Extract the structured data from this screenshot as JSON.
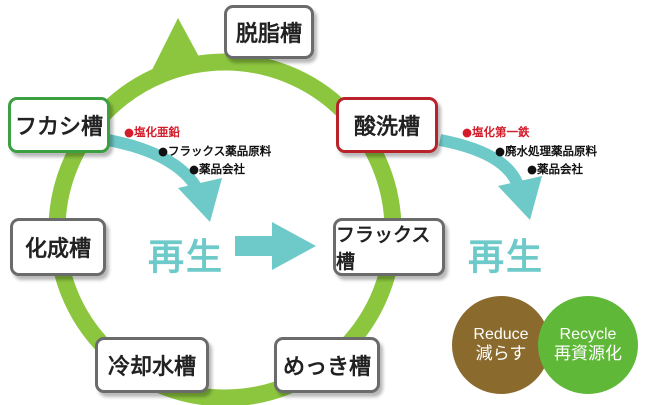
{
  "tanks": {
    "degreasing": "脱脂槽",
    "pickling": "酸洗槽",
    "flux": "フラックス槽",
    "plating": "めっき槽",
    "cooling": "冷却水槽",
    "chemical": "化成槽",
    "hydrofluoric": "フカシ槽"
  },
  "left_recycle": {
    "product": "●塩化亜鉛",
    "uses": [
      "●フラックス薬品原料",
      "●薬品会社"
    ],
    "label": "再生"
  },
  "right_recycle": {
    "product": "●塩化第一鉄",
    "uses": [
      "●廃水処理薬品原料",
      "●薬品会社"
    ],
    "label": "再生"
  },
  "badges": {
    "reduce": {
      "en": "Reduce",
      "jp": "減らす"
    },
    "recycle": {
      "en": "Recycle",
      "jp": "再資源化"
    }
  },
  "colors": {
    "cycle_green": "#8cc63f",
    "teal_arrow": "#6ec9c9",
    "reduce_brown": "#8b6a2e",
    "recycle_green": "#5fb838",
    "highlight_green": "#3aa041",
    "highlight_red": "#b8222a"
  }
}
